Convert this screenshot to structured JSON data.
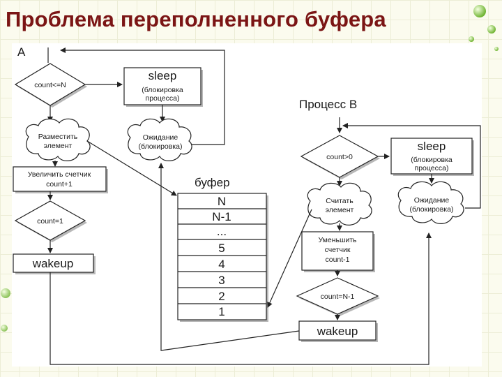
{
  "title": "Проблема переполненного буфера",
  "process_a": {
    "label": "A",
    "cond_count_le_n": "count<=N",
    "sleep": {
      "title": "sleep",
      "line1": "(блокировка",
      "line2": "процесса)"
    },
    "place": {
      "line1": "Разместить",
      "line2": "элемент"
    },
    "wait": {
      "line1": "Ожидание",
      "line2": "(блокировка)"
    },
    "increment": {
      "line1": "Увеличить счетчик",
      "line2": "count+1"
    },
    "cond_count_eq_1": "count=1",
    "wakeup": "wakeup"
  },
  "buffer": {
    "label": "буфер",
    "cells": [
      "N",
      "N-1",
      "...",
      "5",
      "4",
      "3",
      "2",
      "1"
    ]
  },
  "process_b": {
    "label": "Процесс B",
    "cond_count_gt_0": "count>0",
    "sleep": {
      "title": "sleep",
      "line1": "(блокировка",
      "line2": "процесса)"
    },
    "read": {
      "line1": "Считать",
      "line2": "элемент"
    },
    "wait": {
      "line1": "Ожидание",
      "line2": "(блокировка)"
    },
    "decrement": {
      "line1": "Уменьшить",
      "line2": "счетчик",
      "line3": "count-1"
    },
    "cond_count_eq_n1": "count=N-1",
    "wakeup": "wakeup"
  },
  "colors": {
    "title": "#7b1515",
    "background": "#fbfbee",
    "accent_green": "#7fc241"
  }
}
